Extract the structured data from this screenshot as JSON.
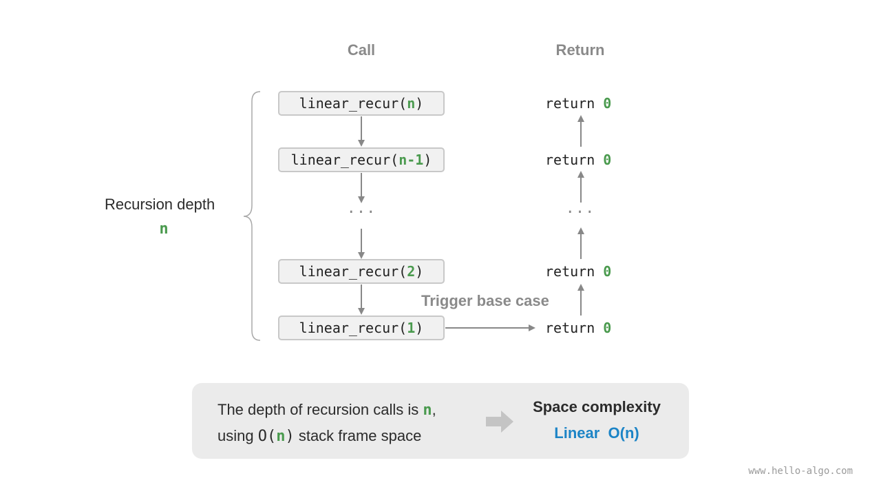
{
  "headers": {
    "call": "Call",
    "return": "Return"
  },
  "calls": [
    {
      "prefix": "linear_recur(",
      "arg": "n",
      "suffix": ")"
    },
    {
      "prefix": "linear_recur(",
      "arg": "n-1",
      "suffix": ")"
    },
    {
      "prefix": "linear_recur(",
      "arg": "2",
      "suffix": ")"
    },
    {
      "prefix": "linear_recur(",
      "arg": "1",
      "suffix": ")"
    }
  ],
  "returns": [
    {
      "keyword": "return ",
      "value": "0"
    },
    {
      "keyword": "return ",
      "value": "0"
    },
    {
      "keyword": "return ",
      "value": "0"
    },
    {
      "keyword": "return ",
      "value": "0"
    }
  ],
  "ellipsis": "···",
  "depth": {
    "label": "Recursion depth",
    "value": "n"
  },
  "trigger_label": "Trigger base case",
  "summary": {
    "line1_prefix": "The depth of recursion calls is ",
    "line1_var": "n",
    "line1_suffix": ",",
    "line2_prefix": "using ",
    "line2_o_open": "O(",
    "line2_var": "n",
    "line2_o_close": ")",
    "line2_suffix": " stack frame space",
    "result_title": "Space complexity",
    "result_value": "Linear  O(n)"
  },
  "watermark": "www.hello-algo.com",
  "colors": {
    "accent_green": "#4a9a4e",
    "accent_blue": "#1c84c6",
    "arrow_gray": "#888888"
  }
}
